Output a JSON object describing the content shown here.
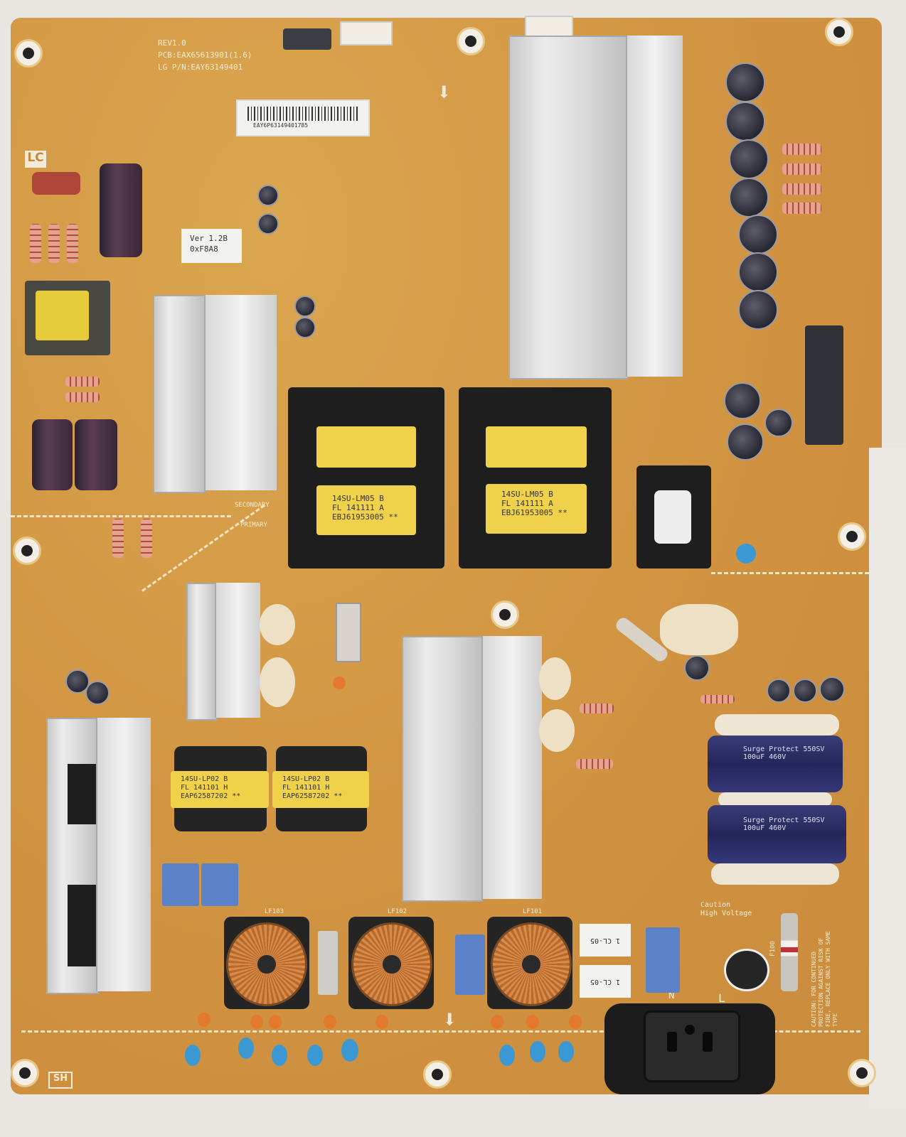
{
  "board": {
    "rev": "REV1.0",
    "pcb_number": "PCB:EAX65613901(1.6)",
    "lg_part_number": "LG P/N:EAY63149401",
    "version_label": [
      "Ver 1.2B",
      "0xF8A8"
    ],
    "barcode_text": "EAY6P63149401785",
    "corner_mark_top": "LC",
    "corner_mark_bottom": "SH",
    "secondary_label": "SECONDARY",
    "primary_label": "PRIMARY",
    "caution_high_voltage": [
      "Caution",
      "High Voltage"
    ],
    "caution_fuse": "CAUTION: FOR CONTINUED PROTECTION AGAINST RISK OF FIRE, REPLACE ONLY WITH SAME TYPE",
    "fuse_label": "F100",
    "live_label": "L",
    "neutral_label": "N"
  },
  "transformers": [
    {
      "label": [
        "14SU-LM05 B",
        "FL 141111 A",
        "EBJ61953005 **"
      ]
    },
    {
      "label": [
        "14SU-LM05 B",
        "FL 141111 A",
        "EBJ61953005 **"
      ]
    }
  ],
  "inductors": [
    {
      "label": [
        "14SU-LP02 B",
        "FL 141101 H",
        "EAP62587202 **"
      ]
    },
    {
      "label": [
        "14SU-LP02 B",
        "FL 141101 H",
        "EAP62587202 **"
      ]
    }
  ],
  "filter_labels": [
    "LF103",
    "LF102",
    "LF101"
  ],
  "thermistors": [
    "1 CL-05",
    "1 CL-05"
  ],
  "bulk_capacitors": [
    {
      "text": [
        "Surge Protect",
        "550SV",
        "100uF",
        "460V"
      ]
    },
    {
      "text": [
        "Surge Protect",
        "550SV",
        "100uF",
        "460V"
      ]
    }
  ],
  "colors": {
    "pcb": "#d59a45",
    "heatsink": "#dcdcdc",
    "winding": "#f0d24a",
    "bulk_cap": "#2b2d66",
    "x_cap": "#5b82c9"
  }
}
